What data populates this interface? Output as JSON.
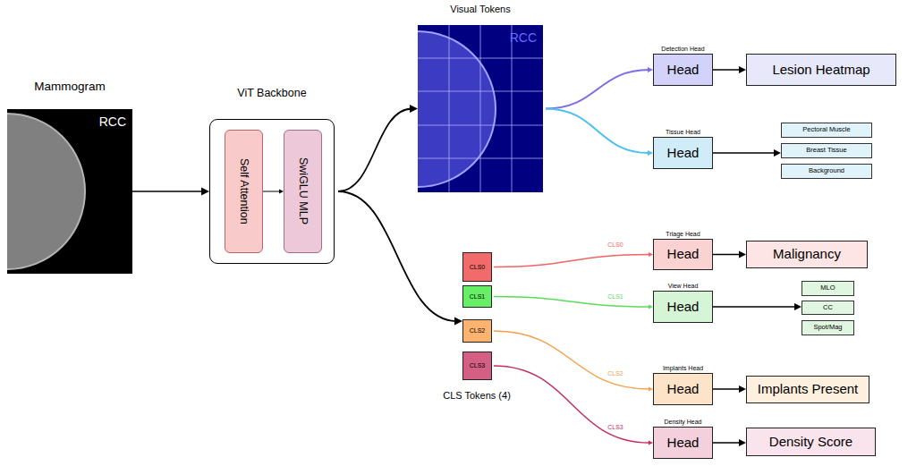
{
  "diagram": {
    "nodes": [
      {
        "text": [
          "Mammogram",
          "RCC"
        ]
      },
      {
        "text": [
          "ViT Backbone"
        ]
      },
      {
        "text": [
          "Self Attention"
        ],
        "in": 1
      },
      {
        "text": [
          "SwiGLU MLP"
        ],
        "in": 1
      },
      {
        "text": [
          "Visual Tokens",
          "RCC"
        ]
      },
      {
        "text": [
          "Detection Head",
          "Head"
        ]
      },
      {
        "text": [
          "Lesion Heatmap"
        ]
      },
      {
        "text": [
          "Tissue Head",
          "Head"
        ]
      },
      {
        "text": [
          "Pectoral Muscle"
        ]
      },
      {
        "text": [
          "Breast Tissue"
        ]
      },
      {
        "text": [
          "Background"
        ]
      },
      {
        "text": [
          "CLS0"
        ]
      },
      {
        "text": [
          "CLS1"
        ]
      },
      {
        "text": [
          "CLS2"
        ]
      },
      {
        "text": [
          "CLS3"
        ]
      },
      {
        "text": [
          "Triage Head",
          "Head"
        ]
      },
      {
        "text": [
          "Malignancy"
        ]
      },
      {
        "text": [
          "View Head",
          "Head"
        ]
      },
      {
        "text": [
          "MLO"
        ]
      },
      {
        "text": [
          "CC"
        ]
      },
      {
        "text": [
          "Spot/Mag"
        ]
      },
      {
        "text": [
          "Implants Head",
          "Head"
        ]
      },
      {
        "text": [
          "Implants Present"
        ]
      },
      {
        "text": [
          "Density Head",
          "Head"
        ]
      },
      {
        "text": [
          "Density Score"
        ]
      }
    ],
    "edges": [
      {
        "from": 0,
        "to": 1,
        "arrow": "to"
      },
      {
        "from": 2,
        "to": 3,
        "arrow": "to"
      },
      {
        "from": 1,
        "to": 4,
        "arrow": "to"
      },
      {
        "from": 1,
        "to": 13,
        "arrow": "to"
      },
      {
        "from": 4,
        "to": 5,
        "arrow": "to"
      },
      {
        "from": 4,
        "to": 7,
        "arrow": "to"
      },
      {
        "from": 5,
        "to": 6,
        "arrow": "to"
      },
      {
        "from": 7,
        "to": 9,
        "arrow": "to"
      },
      {
        "from": 11,
        "to": 15,
        "label": "CLS0",
        "arrow": "to"
      },
      {
        "from": 15,
        "to": 16,
        "arrow": "to"
      },
      {
        "from": 12,
        "to": 17,
        "label": "CLS1",
        "arrow": "to"
      },
      {
        "from": 17,
        "to": 19,
        "arrow": "to"
      },
      {
        "from": 13,
        "to": 21,
        "label": "CLS2",
        "arrow": "to"
      },
      {
        "from": 21,
        "to": 22,
        "arrow": "to"
      },
      {
        "from": 14,
        "to": 23,
        "label": "CLS3",
        "arrow": "to"
      },
      {
        "from": 23,
        "to": 24,
        "arrow": "to"
      }
    ],
    "labels": [
      "CLS Tokens (4)"
    ]
  }
}
